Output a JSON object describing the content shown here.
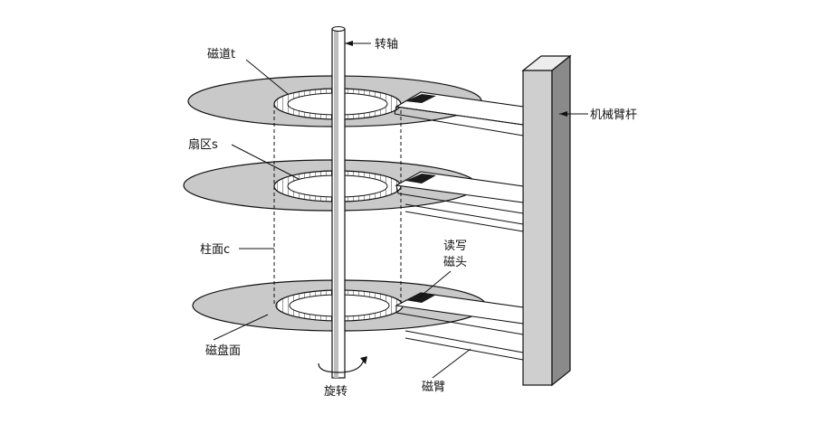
{
  "labels": {
    "spindle": "转轴",
    "track": "磁道t",
    "sector": "扇区s",
    "cylinder": "柱面c",
    "platter_surface": "磁盘面",
    "rotation": "旋转",
    "actuator_arm": "机械臂杆",
    "head_line1": "读写",
    "head_line2": "磁头",
    "arm": "磁臂"
  },
  "colors": {
    "platter": "#c9c9c9",
    "outline": "#111111",
    "track_band": "#ffffff",
    "head": "#1a1a1a",
    "post_face": "#cfcfcf",
    "post_side": "#8a8a8a"
  }
}
